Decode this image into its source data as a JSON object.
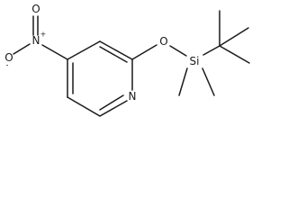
{
  "molecule": {
    "atoms": {
      "nitro_o_minus": "O",
      "nitro_o_minus_charge": "-",
      "nitro_n": "N",
      "nitro_n_charge": "+",
      "nitro_o_double": "O",
      "ring_n": "N",
      "ether_o": "O",
      "si": "Si"
    }
  }
}
